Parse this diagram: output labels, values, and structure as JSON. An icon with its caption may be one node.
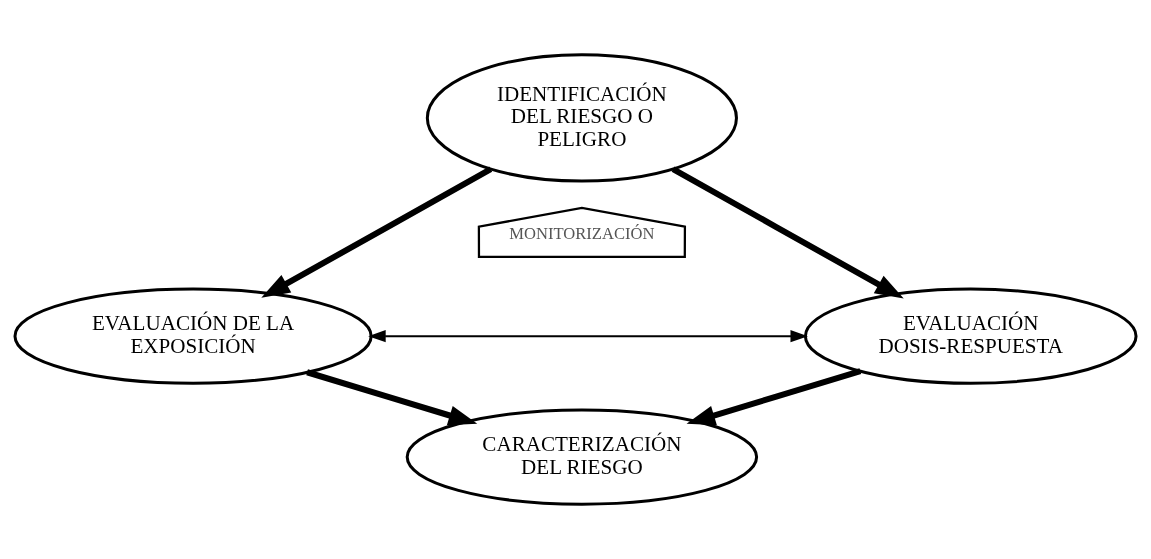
{
  "diagram": {
    "nodes": [
      {
        "text": [
          "IDENTIFICACIÓN DEL RIESGO O PELIGRO"
        ]
      },
      {
        "text": [
          "EVALUACIÓN DE LA EXPOSICIÓN"
        ]
      },
      {
        "text": [
          "EVALUACIÓN DOSIS-RESPUESTA"
        ]
      },
      {
        "text": [
          "CARACTERIZACIÓN DEL RIESGO"
        ]
      },
      {
        "text": [
          "MONITORIZACIÓN"
        ]
      }
    ],
    "edges": [
      {
        "from": 0,
        "to": 1,
        "arrow": "to"
      },
      {
        "from": 0,
        "to": 2,
        "arrow": "to"
      },
      {
        "from": 1,
        "to": 2,
        "arrow": "both"
      },
      {
        "from": 1,
        "to": 3,
        "arrow": "to"
      },
      {
        "from": 2,
        "to": 3,
        "arrow": "to"
      }
    ]
  }
}
